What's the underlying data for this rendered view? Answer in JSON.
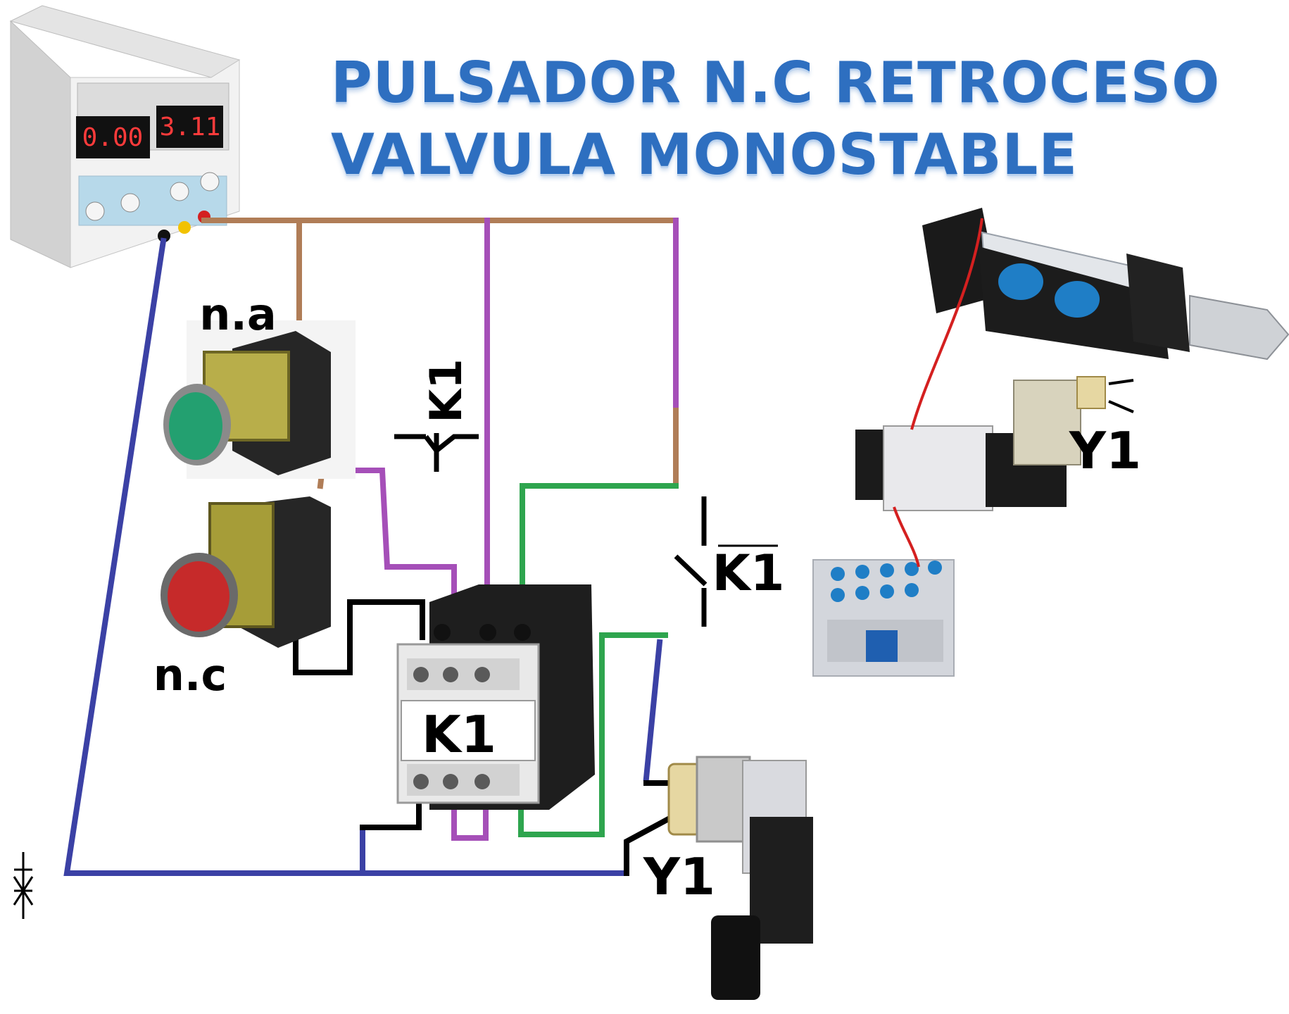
{
  "title": {
    "line1": "PULSADOR N.C RETROCESO",
    "line2": "VALVULA MONOSTABLE"
  },
  "power_supply": {
    "display_left": "0.00",
    "display_right": "3.11"
  },
  "labels": {
    "na": "n.a",
    "nc": "n.c",
    "k1_contact_top": "K1",
    "k1_contact_right": "K1",
    "k1_contactor": "K1",
    "y1_solenoid": "Y1",
    "y1_valve": "Y1"
  },
  "wire_colors": {
    "brown": "#b07d57",
    "purple": "#a54fb8",
    "green": "#2ea54e",
    "blue": "#3b41a5",
    "black": "#000000",
    "red": "#d42020"
  }
}
